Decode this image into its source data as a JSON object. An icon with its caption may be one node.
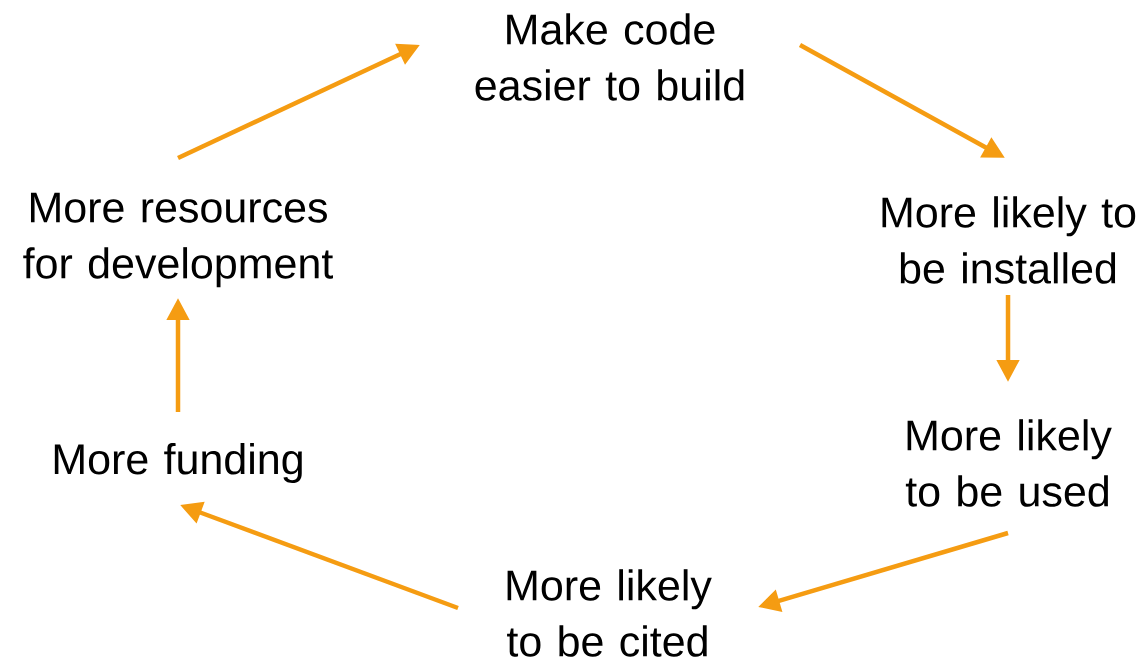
{
  "diagram": {
    "nodes": [
      {
        "text": [
          "Make code easier to build"
        ]
      },
      {
        "text": [
          "More likely to be installed"
        ]
      },
      {
        "text": [
          "More likely to be used"
        ]
      },
      {
        "text": [
          "More likely to be cited"
        ]
      },
      {
        "text": [
          "More funding"
        ]
      },
      {
        "text": [
          "More resources for development"
        ]
      }
    ],
    "edges": [
      {
        "from": 0,
        "to": 1,
        "arrow": "to"
      },
      {
        "from": 1,
        "to": 2,
        "arrow": "to"
      },
      {
        "from": 2,
        "to": 3,
        "arrow": "to"
      },
      {
        "from": 3,
        "to": 4,
        "arrow": "to"
      },
      {
        "from": 4,
        "to": 5,
        "arrow": "to"
      },
      {
        "from": 5,
        "to": 0,
        "arrow": "to"
      }
    ]
  }
}
